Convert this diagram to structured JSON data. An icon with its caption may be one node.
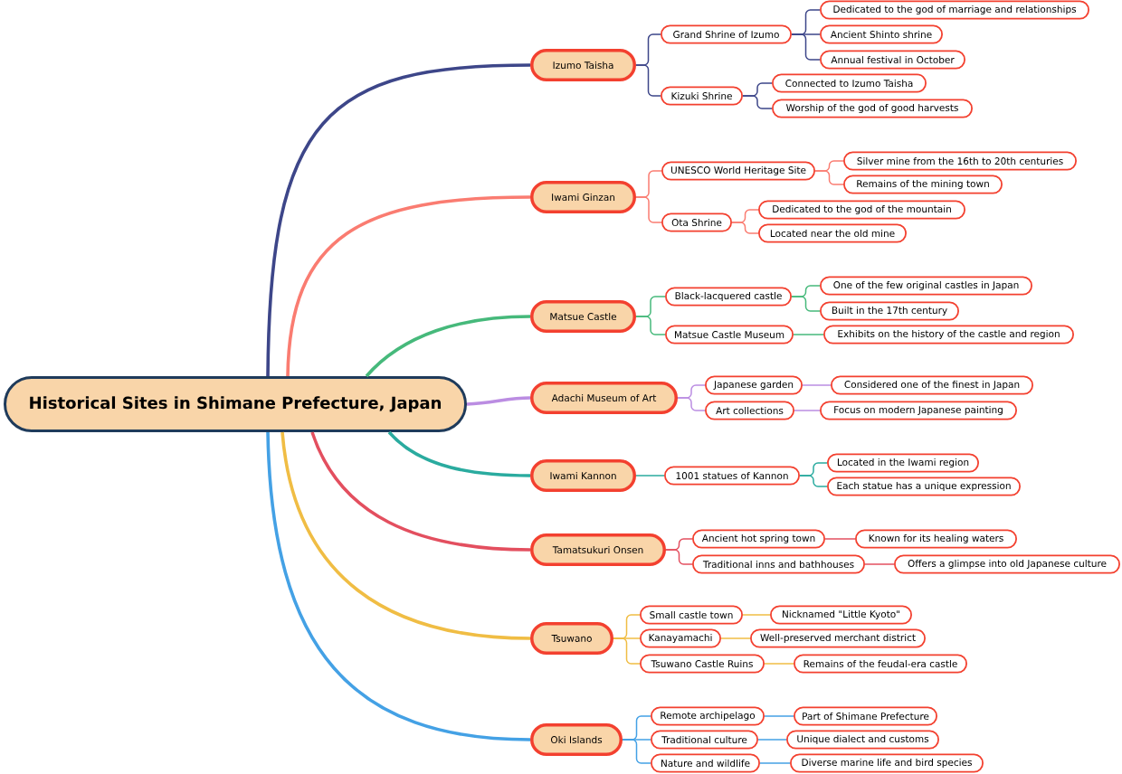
{
  "diagram": {
    "nodes": [
      {
        "text": [
          "Historical Sites in Shimane Prefecture, Japan"
        ]
      },
      {
        "text": [
          "Izumo Taisha"
        ]
      },
      {
        "text": [
          "Grand Shrine of Izumo"
        ]
      },
      {
        "text": [
          "Dedicated to the god of marriage and relationships"
        ]
      },
      {
        "text": [
          "Ancient Shinto shrine"
        ]
      },
      {
        "text": [
          "Annual festival in October"
        ]
      },
      {
        "text": [
          "Kizuki Shrine"
        ]
      },
      {
        "text": [
          "Connected to Izumo Taisha"
        ]
      },
      {
        "text": [
          "Worship of the god of good harvests"
        ]
      },
      {
        "text": [
          "Iwami Ginzan"
        ]
      },
      {
        "text": [
          "UNESCO World Heritage Site"
        ]
      },
      {
        "text": [
          "Silver mine from the 16th to 20th centuries"
        ]
      },
      {
        "text": [
          "Remains of the mining town"
        ]
      },
      {
        "text": [
          "Ota Shrine"
        ]
      },
      {
        "text": [
          "Dedicated to the god of the mountain"
        ]
      },
      {
        "text": [
          "Located near the old mine"
        ]
      },
      {
        "text": [
          "Matsue Castle"
        ]
      },
      {
        "text": [
          "Black-lacquered castle"
        ]
      },
      {
        "text": [
          "One of the few original castles in Japan"
        ]
      },
      {
        "text": [
          "Built in the 17th century"
        ]
      },
      {
        "text": [
          "Matsue Castle Museum"
        ]
      },
      {
        "text": [
          "Exhibits on the history of the castle and region"
        ]
      },
      {
        "text": [
          "Adachi Museum of Art"
        ]
      },
      {
        "text": [
          "Japanese garden"
        ]
      },
      {
        "text": [
          "Considered one of the finest in Japan"
        ]
      },
      {
        "text": [
          "Art collections"
        ]
      },
      {
        "text": [
          "Focus on modern Japanese painting"
        ]
      },
      {
        "text": [
          "Iwami Kannon"
        ]
      },
      {
        "text": [
          "1001 statues of Kannon"
        ]
      },
      {
        "text": [
          "Located in the Iwami region"
        ]
      },
      {
        "text": [
          "Each statue has a unique expression"
        ]
      },
      {
        "text": [
          "Tamatsukuri Onsen"
        ]
      },
      {
        "text": [
          "Ancient hot spring town"
        ]
      },
      {
        "text": [
          "Known for its healing waters"
        ]
      },
      {
        "text": [
          "Traditional inns and bathhouses"
        ]
      },
      {
        "text": [
          "Offers a glimpse into old Japanese culture"
        ]
      },
      {
        "text": [
          "Tsuwano"
        ]
      },
      {
        "text": [
          "Small castle town"
        ]
      },
      {
        "text": [
          "Nicknamed \"Little Kyoto\""
        ]
      },
      {
        "text": [
          "Kanayamachi"
        ]
      },
      {
        "text": [
          "Well-preserved merchant district"
        ]
      },
      {
        "text": [
          "Tsuwano Castle Ruins"
        ]
      },
      {
        "text": [
          "Remains of the feudal-era castle"
        ]
      },
      {
        "text": [
          "Oki Islands"
        ]
      },
      {
        "text": [
          "Remote archipelago"
        ]
      },
      {
        "text": [
          "Part of Shimane Prefecture"
        ]
      },
      {
        "text": [
          "Traditional culture"
        ]
      },
      {
        "text": [
          "Unique dialect and customs"
        ]
      },
      {
        "text": [
          "Nature and wildlife"
        ]
      },
      {
        "text": [
          "Diverse marine life and bird species"
        ]
      }
    ],
    "edges": [
      {
        "from": 0,
        "to": 1,
        "arrow": "none",
        "style": "thick",
        "color": "#3d4689"
      },
      {
        "from": 1,
        "to": 2,
        "arrow": "none",
        "color": "#3d4689"
      },
      {
        "from": 2,
        "to": 3,
        "arrow": "none",
        "color": "#3d4689"
      },
      {
        "from": 2,
        "to": 4,
        "arrow": "none",
        "color": "#3d4689"
      },
      {
        "from": 2,
        "to": 5,
        "arrow": "none",
        "color": "#3d4689"
      },
      {
        "from": 1,
        "to": 6,
        "arrow": "none",
        "color": "#3d4689"
      },
      {
        "from": 6,
        "to": 7,
        "arrow": "none",
        "color": "#3d4689"
      },
      {
        "from": 6,
        "to": 8,
        "arrow": "none",
        "color": "#3d4689"
      },
      {
        "from": 0,
        "to": 9,
        "arrow": "none",
        "style": "thick",
        "color": "#fa7c71"
      },
      {
        "from": 9,
        "to": 10,
        "arrow": "none",
        "color": "#fa7c71"
      },
      {
        "from": 10,
        "to": 11,
        "arrow": "none",
        "color": "#fa7c71"
      },
      {
        "from": 10,
        "to": 12,
        "arrow": "none",
        "color": "#fa7c71"
      },
      {
        "from": 9,
        "to": 13,
        "arrow": "none",
        "color": "#fa7c71"
      },
      {
        "from": 13,
        "to": 14,
        "arrow": "none",
        "color": "#fa7c71"
      },
      {
        "from": 13,
        "to": 15,
        "arrow": "none",
        "color": "#fa7c71"
      },
      {
        "from": 0,
        "to": 16,
        "arrow": "none",
        "style": "thick",
        "color": "#46b97b"
      },
      {
        "from": 16,
        "to": 17,
        "arrow": "none",
        "color": "#46b97b"
      },
      {
        "from": 17,
        "to": 18,
        "arrow": "none",
        "color": "#46b97b"
      },
      {
        "from": 17,
        "to": 19,
        "arrow": "none",
        "color": "#46b97b"
      },
      {
        "from": 16,
        "to": 20,
        "arrow": "none",
        "color": "#46b97b"
      },
      {
        "from": 20,
        "to": 21,
        "arrow": "none",
        "color": "#46b97b"
      },
      {
        "from": 0,
        "to": 22,
        "arrow": "none",
        "style": "thick",
        "color": "#bb8de2"
      },
      {
        "from": 22,
        "to": 23,
        "arrow": "none",
        "color": "#bb8de2"
      },
      {
        "from": 23,
        "to": 24,
        "arrow": "none",
        "color": "#bb8de2"
      },
      {
        "from": 22,
        "to": 25,
        "arrow": "none",
        "color": "#bb8de2"
      },
      {
        "from": 25,
        "to": 26,
        "arrow": "none",
        "color": "#bb8de2"
      },
      {
        "from": 0,
        "to": 27,
        "arrow": "none",
        "style": "thick",
        "color": "#2aab9f"
      },
      {
        "from": 27,
        "to": 28,
        "arrow": "none",
        "color": "#2aab9f"
      },
      {
        "from": 28,
        "to": 29,
        "arrow": "none",
        "color": "#2aab9f"
      },
      {
        "from": 28,
        "to": 30,
        "arrow": "none",
        "color": "#2aab9f"
      },
      {
        "from": 0,
        "to": 31,
        "arrow": "none",
        "style": "thick",
        "color": "#e34f5f"
      },
      {
        "from": 31,
        "to": 32,
        "arrow": "none",
        "color": "#e34f5f"
      },
      {
        "from": 32,
        "to": 33,
        "arrow": "none",
        "color": "#e34f5f"
      },
      {
        "from": 31,
        "to": 34,
        "arrow": "none",
        "color": "#e34f5f"
      },
      {
        "from": 34,
        "to": 35,
        "arrow": "none",
        "color": "#e34f5f"
      },
      {
        "from": 0,
        "to": 36,
        "arrow": "none",
        "style": "thick",
        "color": "#f0bd44"
      },
      {
        "from": 36,
        "to": 37,
        "arrow": "none",
        "color": "#f0bd44"
      },
      {
        "from": 37,
        "to": 38,
        "arrow": "none",
        "color": "#f0bd44"
      },
      {
        "from": 36,
        "to": 39,
        "arrow": "none",
        "color": "#f0bd44"
      },
      {
        "from": 39,
        "to": 40,
        "arrow": "none",
        "color": "#f0bd44"
      },
      {
        "from": 36,
        "to": 41,
        "arrow": "none",
        "color": "#f0bd44"
      },
      {
        "from": 41,
        "to": 42,
        "arrow": "none",
        "color": "#f0bd44"
      },
      {
        "from": 0,
        "to": 43,
        "arrow": "none",
        "style": "thick",
        "color": "#44a1e5"
      },
      {
        "from": 43,
        "to": 44,
        "arrow": "none",
        "color": "#44a1e5"
      },
      {
        "from": 44,
        "to": 45,
        "arrow": "none",
        "color": "#44a1e5"
      },
      {
        "from": 43,
        "to": 46,
        "arrow": "none",
        "color": "#44a1e5"
      },
      {
        "from": 46,
        "to": 47,
        "arrow": "none",
        "color": "#44a1e5"
      },
      {
        "from": 43,
        "to": 48,
        "arrow": "none",
        "color": "#44a1e5"
      },
      {
        "from": 48,
        "to": 49,
        "arrow": "none",
        "color": "#44a1e5"
      }
    ]
  }
}
